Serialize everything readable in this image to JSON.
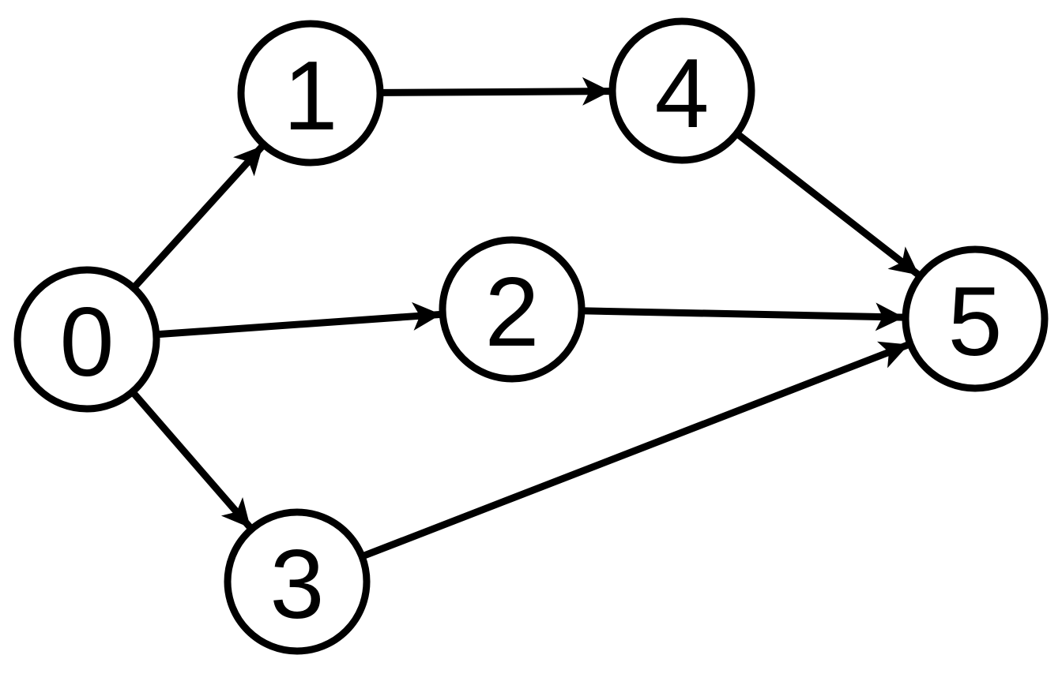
{
  "graph": {
    "type": "directed",
    "nodes": [
      {
        "id": "0",
        "label": "0"
      },
      {
        "id": "1",
        "label": "1"
      },
      {
        "id": "2",
        "label": "2"
      },
      {
        "id": "3",
        "label": "3"
      },
      {
        "id": "4",
        "label": "4"
      },
      {
        "id": "5",
        "label": "5"
      }
    ],
    "edges": [
      {
        "from": "0",
        "to": "1"
      },
      {
        "from": "0",
        "to": "2"
      },
      {
        "from": "0",
        "to": "3"
      },
      {
        "from": "1",
        "to": "4"
      },
      {
        "from": "4",
        "to": "5"
      },
      {
        "from": "2",
        "to": "5"
      },
      {
        "from": "3",
        "to": "5"
      }
    ]
  },
  "colors": {
    "stroke": "#000000",
    "fill": "#ffffff",
    "background": "#ffffff"
  }
}
